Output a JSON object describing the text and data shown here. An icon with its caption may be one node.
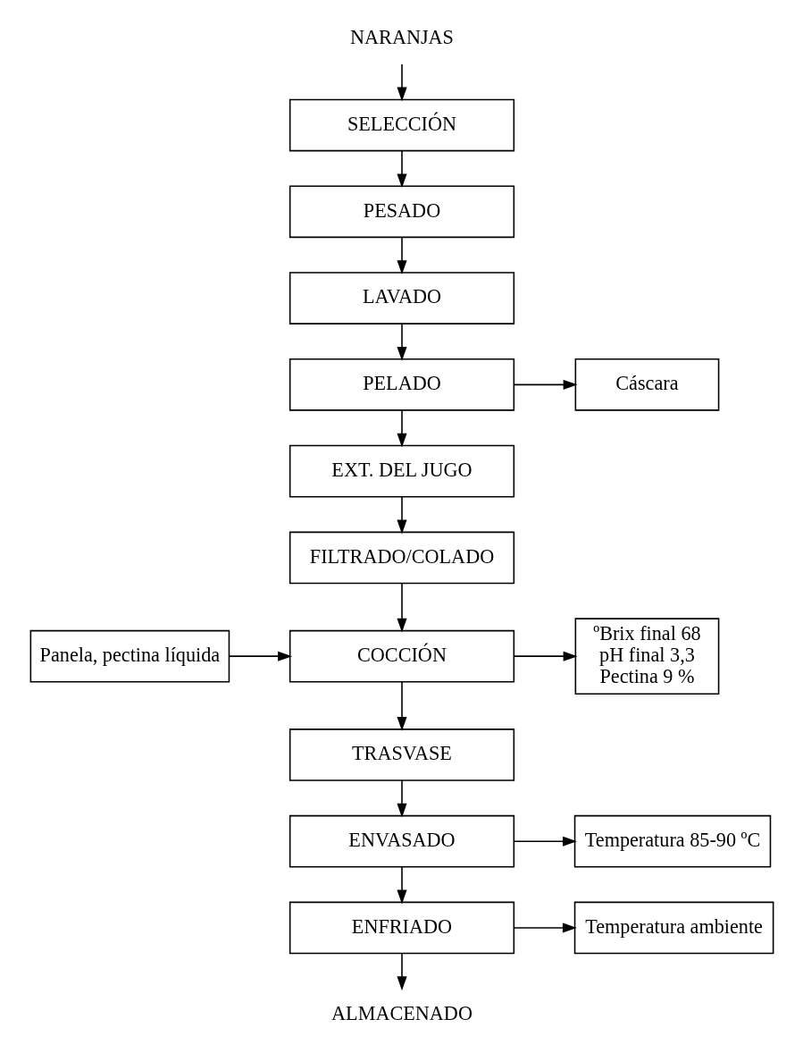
{
  "diagram": {
    "nodes": [
      {
        "text": [
          "NARANJAS"
        ]
      },
      {
        "text": [
          "SELECCIÓN"
        ]
      },
      {
        "text": [
          "PESADO"
        ]
      },
      {
        "text": [
          "LAVADO"
        ]
      },
      {
        "text": [
          "PELADO"
        ]
      },
      {
        "text": [
          "Cáscara"
        ]
      },
      {
        "text": [
          "EXT. DEL JUGO"
        ]
      },
      {
        "text": [
          "FILTRADO/COLADO"
        ]
      },
      {
        "text": [
          "Panela, pectina líquida"
        ]
      },
      {
        "text": [
          "COCCIÓN"
        ]
      },
      {
        "text": [
          "ºBrix final 68",
          "pH final 3,3",
          "Pectina 9 %"
        ]
      },
      {
        "text": [
          "TRASVASE"
        ]
      },
      {
        "text": [
          "ENVASADO"
        ]
      },
      {
        "text": [
          "Temperatura 85-90 ºC"
        ]
      },
      {
        "text": [
          "ENFRIADO"
        ]
      },
      {
        "text": [
          "Temperatura ambiente"
        ]
      },
      {
        "text": [
          "ALMACENADO"
        ]
      }
    ],
    "edges": [
      {
        "from": 0,
        "to": 1,
        "arrow": "to"
      },
      {
        "from": 1,
        "to": 2,
        "arrow": "to"
      },
      {
        "from": 2,
        "to": 3,
        "arrow": "to"
      },
      {
        "from": 3,
        "to": 4,
        "arrow": "to"
      },
      {
        "from": 4,
        "to": 5,
        "arrow": "to"
      },
      {
        "from": 4,
        "to": 6,
        "arrow": "to"
      },
      {
        "from": 6,
        "to": 7,
        "arrow": "to"
      },
      {
        "from": 7,
        "to": 9,
        "arrow": "to"
      },
      {
        "from": 8,
        "to": 9,
        "arrow": "to"
      },
      {
        "from": 9,
        "to": 10,
        "arrow": "to"
      },
      {
        "from": 9,
        "to": 11,
        "arrow": "to"
      },
      {
        "from": 11,
        "to": 12,
        "arrow": "to"
      },
      {
        "from": 12,
        "to": 13,
        "arrow": "to"
      },
      {
        "from": 12,
        "to": 14,
        "arrow": "to"
      },
      {
        "from": 14,
        "to": 15,
        "arrow": "to"
      },
      {
        "from": 14,
        "to": 16,
        "arrow": "to"
      }
    ]
  }
}
